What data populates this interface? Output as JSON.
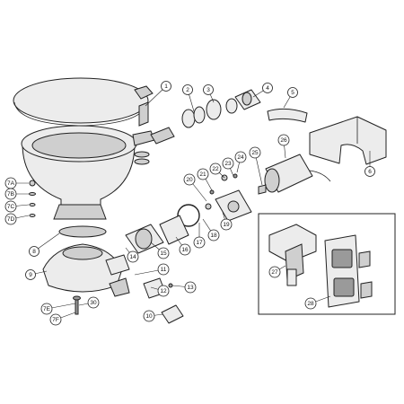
{
  "callouts": [
    {
      "id": "c1",
      "label": "1"
    },
    {
      "id": "c2",
      "label": "2"
    },
    {
      "id": "c3",
      "label": "3"
    },
    {
      "id": "c4",
      "label": "4"
    },
    {
      "id": "c5",
      "label": "5"
    },
    {
      "id": "c6",
      "label": "6"
    },
    {
      "id": "c7a",
      "label": "7A"
    },
    {
      "id": "c7b",
      "label": "7B"
    },
    {
      "id": "c7c",
      "label": "7C"
    },
    {
      "id": "c7d",
      "label": "7D"
    },
    {
      "id": "c7e",
      "label": "7E"
    },
    {
      "id": "c7f",
      "label": "7F"
    },
    {
      "id": "c8",
      "label": "8"
    },
    {
      "id": "c9",
      "label": "9"
    },
    {
      "id": "c10",
      "label": "10"
    },
    {
      "id": "c11",
      "label": "11"
    },
    {
      "id": "c12",
      "label": "12"
    },
    {
      "id": "c13",
      "label": "13"
    },
    {
      "id": "c14",
      "label": "14"
    },
    {
      "id": "c15",
      "label": "15"
    },
    {
      "id": "c16",
      "label": "16"
    },
    {
      "id": "c17",
      "label": "17"
    },
    {
      "id": "c18",
      "label": "18"
    },
    {
      "id": "c19",
      "label": "19"
    },
    {
      "id": "c20",
      "label": "20"
    },
    {
      "id": "c21",
      "label": "21"
    },
    {
      "id": "c22",
      "label": "22"
    },
    {
      "id": "c23",
      "label": "23"
    },
    {
      "id": "c24",
      "label": "24"
    },
    {
      "id": "c25",
      "label": "25"
    },
    {
      "id": "c26",
      "label": "26"
    },
    {
      "id": "c27",
      "label": "27"
    },
    {
      "id": "c28",
      "label": "28"
    },
    {
      "id": "c30",
      "label": "30"
    }
  ],
  "colors": {
    "line": "#222222",
    "part": "#ececec",
    "shade": "#cfcfcf",
    "dark": "#9a9a9a",
    "background": "#ffffff"
  }
}
